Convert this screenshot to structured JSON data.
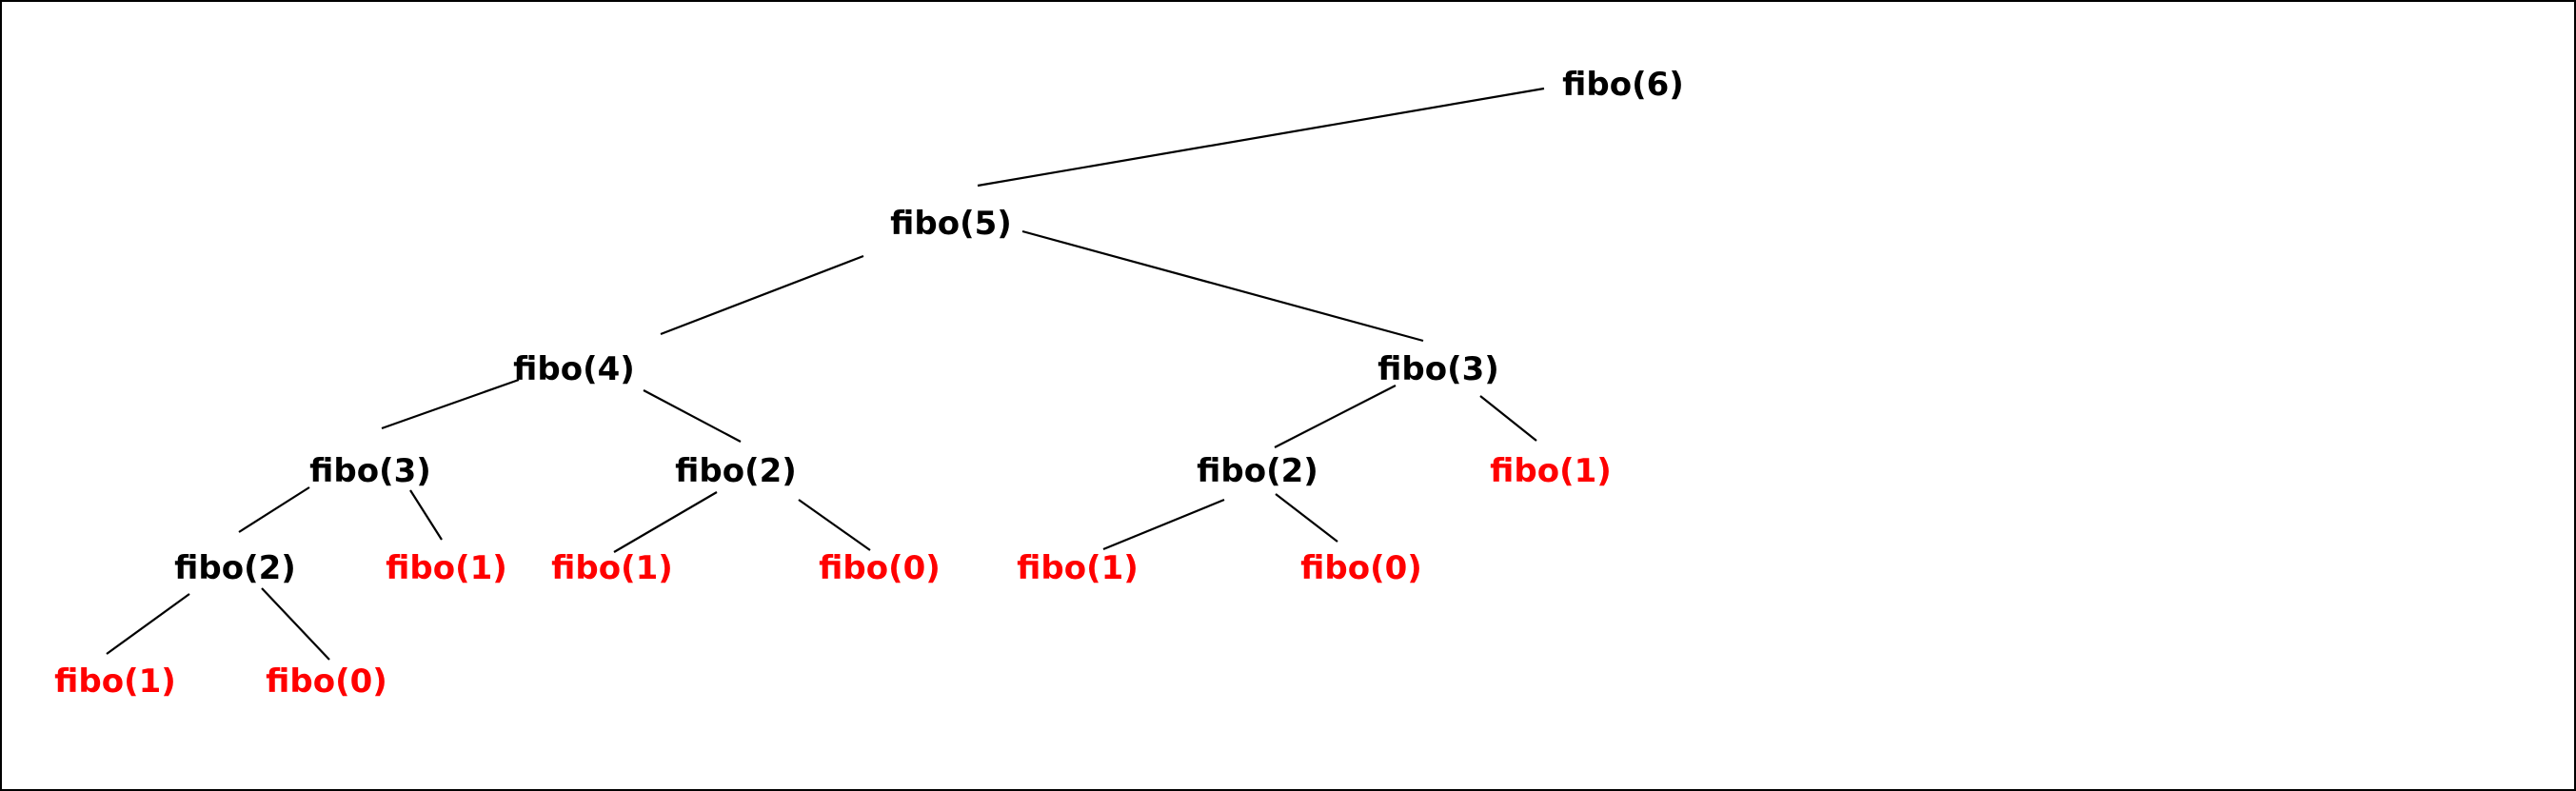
{
  "tree": {
    "labels": {
      "fibo6": "fibo(6)",
      "fibo5": "fibo(5)",
      "fibo4": "fibo(4)",
      "fibo3": "fibo(3)",
      "fibo2": "fibo(2)",
      "fibo1": "fibo(1)",
      "fibo0": "fibo(0)"
    },
    "colors": {
      "internal_node": "#000000",
      "base_case_node": "#ff0000",
      "edge": "#000000"
    }
  }
}
